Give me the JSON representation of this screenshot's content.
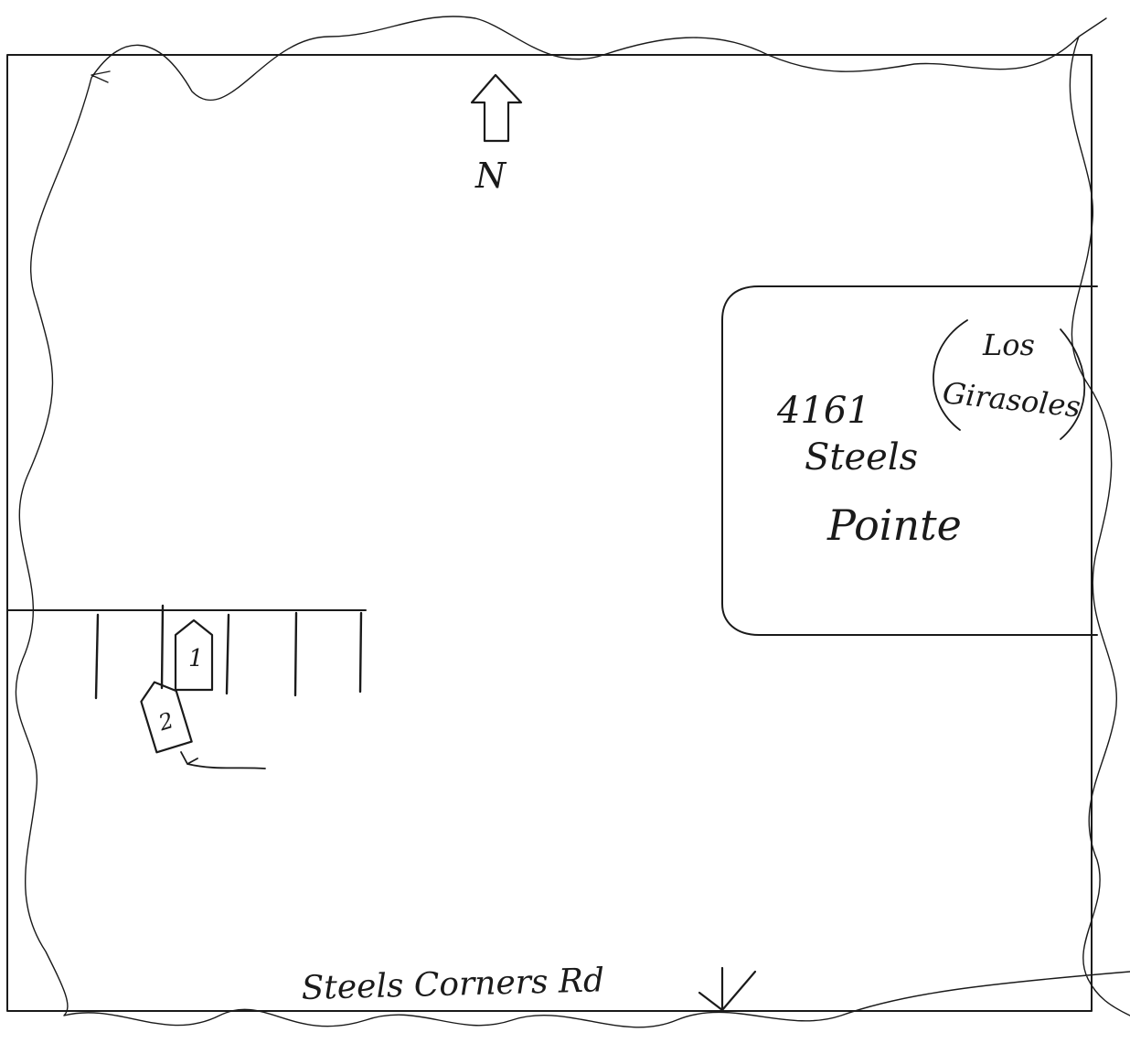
{
  "diagram": {
    "north_label": "N",
    "building": {
      "number": "4161",
      "street": "Steels",
      "name": "Pointe",
      "alt_name_line1": "Los",
      "alt_name_line2": "Girasoles"
    },
    "vehicles": [
      {
        "label": "1"
      },
      {
        "label": "2"
      }
    ],
    "road_label": "Steels Corners Rd",
    "ink_color": "#1a1a1a"
  }
}
